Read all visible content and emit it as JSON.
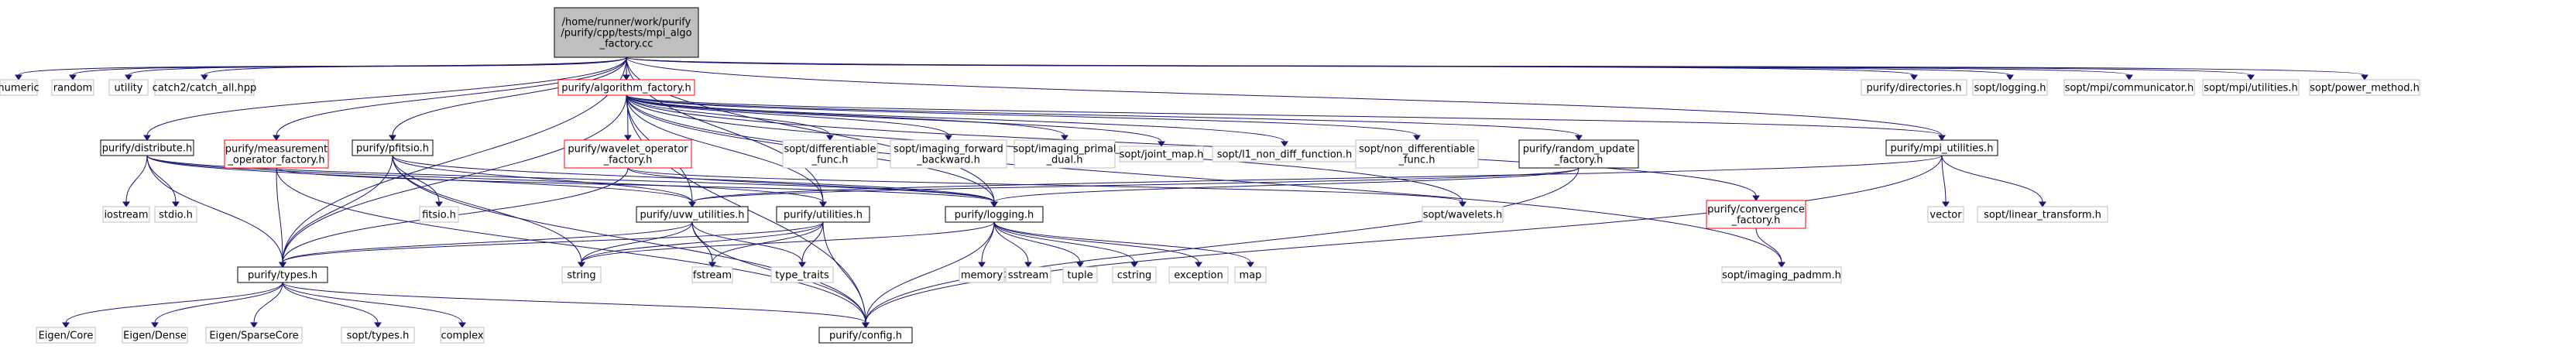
{
  "title": "/home/runner/work/purify/purify/cpp/tests/mpi_algo_factory.cc",
  "colors": {
    "root_fill": "#bfbfbf",
    "doc_border": "#000000",
    "external_border": "#bfbfbf",
    "truncated_border": "#ff0000",
    "edge": "#191970",
    "system_text": "#404040"
  },
  "nodes": {
    "root": {
      "lines": [
        "/home/runner/work/purify",
        "/purify/cpp/tests/mpi_algo",
        "_factory.cc"
      ],
      "kind": "root"
    },
    "numeric": {
      "lines": [
        "numeric"
      ],
      "kind": "system"
    },
    "random": {
      "lines": [
        "random"
      ],
      "kind": "system"
    },
    "utility": {
      "lines": [
        "utility"
      ],
      "kind": "system"
    },
    "catch_all": {
      "lines": [
        "catch2/catch_all.hpp"
      ],
      "kind": "system"
    },
    "algorithm_factory": {
      "lines": [
        "purify/algorithm_factory.h"
      ],
      "kind": "truncated"
    },
    "directories": {
      "lines": [
        "purify/directories.h"
      ],
      "kind": "system"
    },
    "sopt_logging": {
      "lines": [
        "sopt/logging.h"
      ],
      "kind": "system"
    },
    "sopt_mpi_communicator": {
      "lines": [
        "sopt/mpi/communicator.h"
      ],
      "kind": "system"
    },
    "sopt_mpi_utilities": {
      "lines": [
        "sopt/mpi/utilities.h"
      ],
      "kind": "system"
    },
    "sopt_power_method": {
      "lines": [
        "sopt/power_method.h"
      ],
      "kind": "system"
    },
    "distribute": {
      "lines": [
        "purify/distribute.h"
      ],
      "kind": "doc"
    },
    "measurement_operator_factory": {
      "lines": [
        "purify/measurement",
        "_operator_factory.h"
      ],
      "kind": "truncated"
    },
    "pfitsio": {
      "lines": [
        "purify/pfitsio.h"
      ],
      "kind": "doc"
    },
    "wavelet_operator_factory": {
      "lines": [
        "purify/wavelet_operator",
        "_factory.h"
      ],
      "kind": "truncated"
    },
    "sopt_differentiable_func": {
      "lines": [
        "sopt/differentiable",
        "_func.h"
      ],
      "kind": "system"
    },
    "sopt_imaging_forward_backward": {
      "lines": [
        "sopt/imaging_forward",
        "_backward.h"
      ],
      "kind": "system"
    },
    "sopt_imaging_primal_dual": {
      "lines": [
        "sopt/imaging_primal",
        "_dual.h"
      ],
      "kind": "system"
    },
    "sopt_joint_map": {
      "lines": [
        "sopt/joint_map.h"
      ],
      "kind": "system"
    },
    "sopt_l1_non_diff_function": {
      "lines": [
        "sopt/l1_non_diff_function.h"
      ],
      "kind": "system"
    },
    "sopt_non_differentiable_func": {
      "lines": [
        "sopt/non_differentiable",
        "_func.h"
      ],
      "kind": "system"
    },
    "random_update_factory": {
      "lines": [
        "purify/random_update",
        "_factory.h"
      ],
      "kind": "doc"
    },
    "mpi_utilities": {
      "lines": [
        "purify/mpi_utilities.h"
      ],
      "kind": "doc"
    },
    "iostream": {
      "lines": [
        "iostream"
      ],
      "kind": "system"
    },
    "stdio": {
      "lines": [
        "stdio.h"
      ],
      "kind": "system"
    },
    "fitsio": {
      "lines": [
        "fitsio.h"
      ],
      "kind": "system"
    },
    "uvw_utilities": {
      "lines": [
        "purify/uvw_utilities.h"
      ],
      "kind": "doc"
    },
    "utilities": {
      "lines": [
        "purify/utilities.h"
      ],
      "kind": "doc"
    },
    "logging": {
      "lines": [
        "purify/logging.h"
      ],
      "kind": "doc"
    },
    "sopt_wavelets": {
      "lines": [
        "sopt/wavelets.h"
      ],
      "kind": "system"
    },
    "convergence_factory": {
      "lines": [
        "purify/convergence",
        "_factory.h"
      ],
      "kind": "truncated"
    },
    "vector": {
      "lines": [
        "vector"
      ],
      "kind": "system"
    },
    "sopt_linear_transform": {
      "lines": [
        "sopt/linear_transform.h"
      ],
      "kind": "system"
    },
    "types": {
      "lines": [
        "purify/types.h"
      ],
      "kind": "doc"
    },
    "string": {
      "lines": [
        "string"
      ],
      "kind": "system"
    },
    "fstream": {
      "lines": [
        "fstream"
      ],
      "kind": "system"
    },
    "type_traits": {
      "lines": [
        "type_traits"
      ],
      "kind": "system"
    },
    "memory": {
      "lines": [
        "memory"
      ],
      "kind": "system"
    },
    "sstream": {
      "lines": [
        "sstream"
      ],
      "kind": "system"
    },
    "tuple": {
      "lines": [
        "tuple"
      ],
      "kind": "system"
    },
    "cstring": {
      "lines": [
        "cstring"
      ],
      "kind": "system"
    },
    "exception": {
      "lines": [
        "exception"
      ],
      "kind": "system"
    },
    "map": {
      "lines": [
        "map"
      ],
      "kind": "system"
    },
    "sopt_imaging_padmm": {
      "lines": [
        "sopt/imaging_padmm.h"
      ],
      "kind": "system"
    },
    "eigen_core": {
      "lines": [
        "Eigen/Core"
      ],
      "kind": "system"
    },
    "eigen_dense": {
      "lines": [
        "Eigen/Dense"
      ],
      "kind": "system"
    },
    "eigen_sparsecore": {
      "lines": [
        "Eigen/SparseCore"
      ],
      "kind": "system"
    },
    "sopt_types": {
      "lines": [
        "sopt/types.h"
      ],
      "kind": "system"
    },
    "complex": {
      "lines": [
        "complex"
      ],
      "kind": "system"
    },
    "config": {
      "lines": [
        "purify/config.h"
      ],
      "kind": "doc"
    }
  },
  "edges": [
    [
      "root",
      "numeric"
    ],
    [
      "root",
      "random"
    ],
    [
      "root",
      "utility"
    ],
    [
      "root",
      "catch_all"
    ],
    [
      "root",
      "algorithm_factory"
    ],
    [
      "root",
      "directories"
    ],
    [
      "root",
      "sopt_logging"
    ],
    [
      "root",
      "sopt_mpi_communicator"
    ],
    [
      "root",
      "sopt_mpi_utilities"
    ],
    [
      "root",
      "sopt_power_method"
    ],
    [
      "root",
      "distribute"
    ],
    [
      "root",
      "measurement_operator_factory"
    ],
    [
      "root",
      "pfitsio"
    ],
    [
      "root",
      "wavelet_operator_factory"
    ],
    [
      "root",
      "mpi_utilities"
    ],
    [
      "root",
      "types"
    ],
    [
      "root",
      "utilities"
    ],
    [
      "root",
      "logging"
    ],
    [
      "algorithm_factory",
      "sopt_differentiable_func"
    ],
    [
      "algorithm_factory",
      "sopt_imaging_forward_backward"
    ],
    [
      "algorithm_factory",
      "sopt_imaging_primal_dual"
    ],
    [
      "algorithm_factory",
      "sopt_joint_map"
    ],
    [
      "algorithm_factory",
      "sopt_l1_non_diff_function"
    ],
    [
      "algorithm_factory",
      "sopt_non_differentiable_func"
    ],
    [
      "algorithm_factory",
      "random_update_factory"
    ],
    [
      "algorithm_factory",
      "convergence_factory"
    ],
    [
      "algorithm_factory",
      "sopt_wavelets"
    ],
    [
      "algorithm_factory",
      "sopt_imaging_padmm"
    ],
    [
      "algorithm_factory",
      "logging"
    ],
    [
      "algorithm_factory",
      "utilities"
    ],
    [
      "algorithm_factory",
      "uvw_utilities"
    ],
    [
      "algorithm_factory",
      "types"
    ],
    [
      "algorithm_factory",
      "config"
    ],
    [
      "algorithm_factory",
      "mpi_utilities"
    ],
    [
      "distribute",
      "iostream"
    ],
    [
      "distribute",
      "stdio"
    ],
    [
      "distribute",
      "types"
    ],
    [
      "distribute",
      "uvw_utilities"
    ],
    [
      "distribute",
      "logging"
    ],
    [
      "distribute",
      "utilities"
    ],
    [
      "measurement_operator_factory",
      "types"
    ],
    [
      "measurement_operator_factory",
      "logging"
    ],
    [
      "measurement_operator_factory",
      "config"
    ],
    [
      "pfitsio",
      "fitsio"
    ],
    [
      "pfitsio",
      "string"
    ],
    [
      "pfitsio",
      "types"
    ],
    [
      "pfitsio",
      "logging"
    ],
    [
      "pfitsio",
      "uvw_utilities"
    ],
    [
      "pfitsio",
      "config"
    ],
    [
      "wavelet_operator_factory",
      "sopt_wavelets"
    ],
    [
      "wavelet_operator_factory",
      "types"
    ],
    [
      "wavelet_operator_factory",
      "logging"
    ],
    [
      "random_update_factory",
      "uvw_utilities"
    ],
    [
      "random_update_factory",
      "logging"
    ],
    [
      "random_update_factory",
      "config"
    ],
    [
      "mpi_utilities",
      "vector"
    ],
    [
      "mpi_utilities",
      "sopt_linear_transform"
    ],
    [
      "mpi_utilities",
      "uvw_utilities"
    ],
    [
      "mpi_utilities",
      "config"
    ],
    [
      "uvw_utilities",
      "types"
    ],
    [
      "uvw_utilities",
      "string"
    ],
    [
      "uvw_utilities",
      "fstream"
    ],
    [
      "uvw_utilities",
      "type_traits"
    ],
    [
      "uvw_utilities",
      "config"
    ],
    [
      "utilities",
      "types"
    ],
    [
      "utilities",
      "string"
    ],
    [
      "utilities",
      "fstream"
    ],
    [
      "utilities",
      "type_traits"
    ],
    [
      "utilities",
      "config"
    ],
    [
      "logging",
      "memory"
    ],
    [
      "logging",
      "sstream"
    ],
    [
      "logging",
      "tuple"
    ],
    [
      "logging",
      "cstring"
    ],
    [
      "logging",
      "exception"
    ],
    [
      "logging",
      "map"
    ],
    [
      "logging",
      "string"
    ],
    [
      "logging",
      "config"
    ],
    [
      "convergence_factory",
      "sopt_imaging_padmm"
    ],
    [
      "types",
      "eigen_core"
    ],
    [
      "types",
      "eigen_dense"
    ],
    [
      "types",
      "eigen_sparsecore"
    ],
    [
      "types",
      "sopt_types"
    ],
    [
      "types",
      "complex"
    ],
    [
      "types",
      "config"
    ]
  ]
}
